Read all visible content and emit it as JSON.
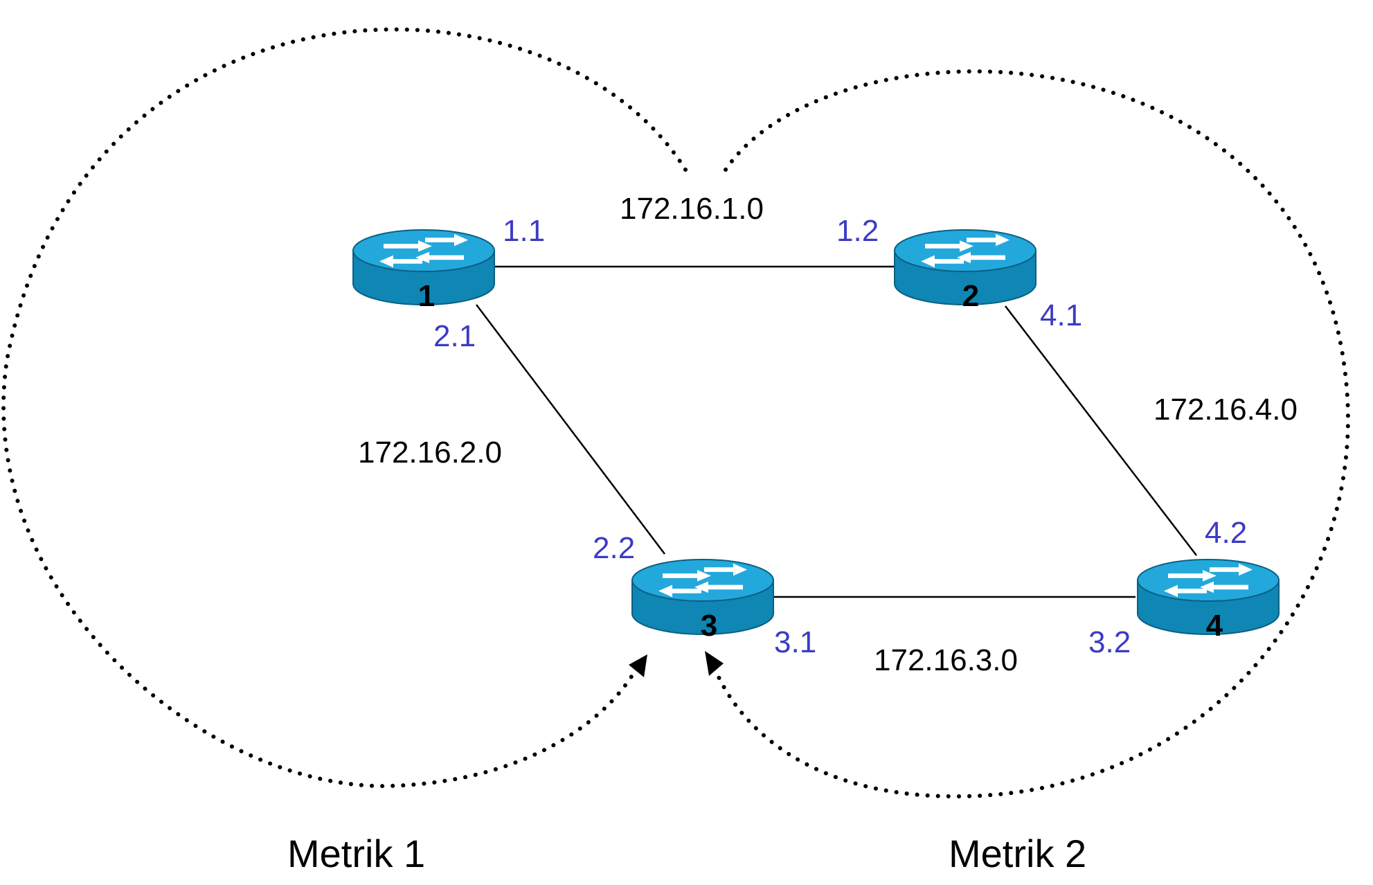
{
  "colors": {
    "interface_label": "#3b3bc4",
    "router_top": "#23a8dc",
    "router_side": "#0f86b4",
    "router_edge": "#0b5f82",
    "arrow_icon": "#ffffff"
  },
  "networks": {
    "n1": "172.16.1.0",
    "n2": "172.16.2.0",
    "n3": "172.16.3.0",
    "n4": "172.16.4.0"
  },
  "routers": {
    "r1": "1",
    "r2": "2",
    "r3": "3",
    "r4": "4"
  },
  "interfaces": {
    "r1_n1": "1.1",
    "r2_n1": "1.2",
    "r1_n2": "2.1",
    "r3_n2": "2.2",
    "r3_n3": "3.1",
    "r4_n3": "3.2",
    "r2_n4": "4.1",
    "r4_n4": "4.2"
  },
  "metrics": {
    "m1": "Metrik 1",
    "m2": "Metrik 2"
  },
  "icons": {
    "router": "router-icon",
    "arrowhead": "arrowhead-icon"
  }
}
